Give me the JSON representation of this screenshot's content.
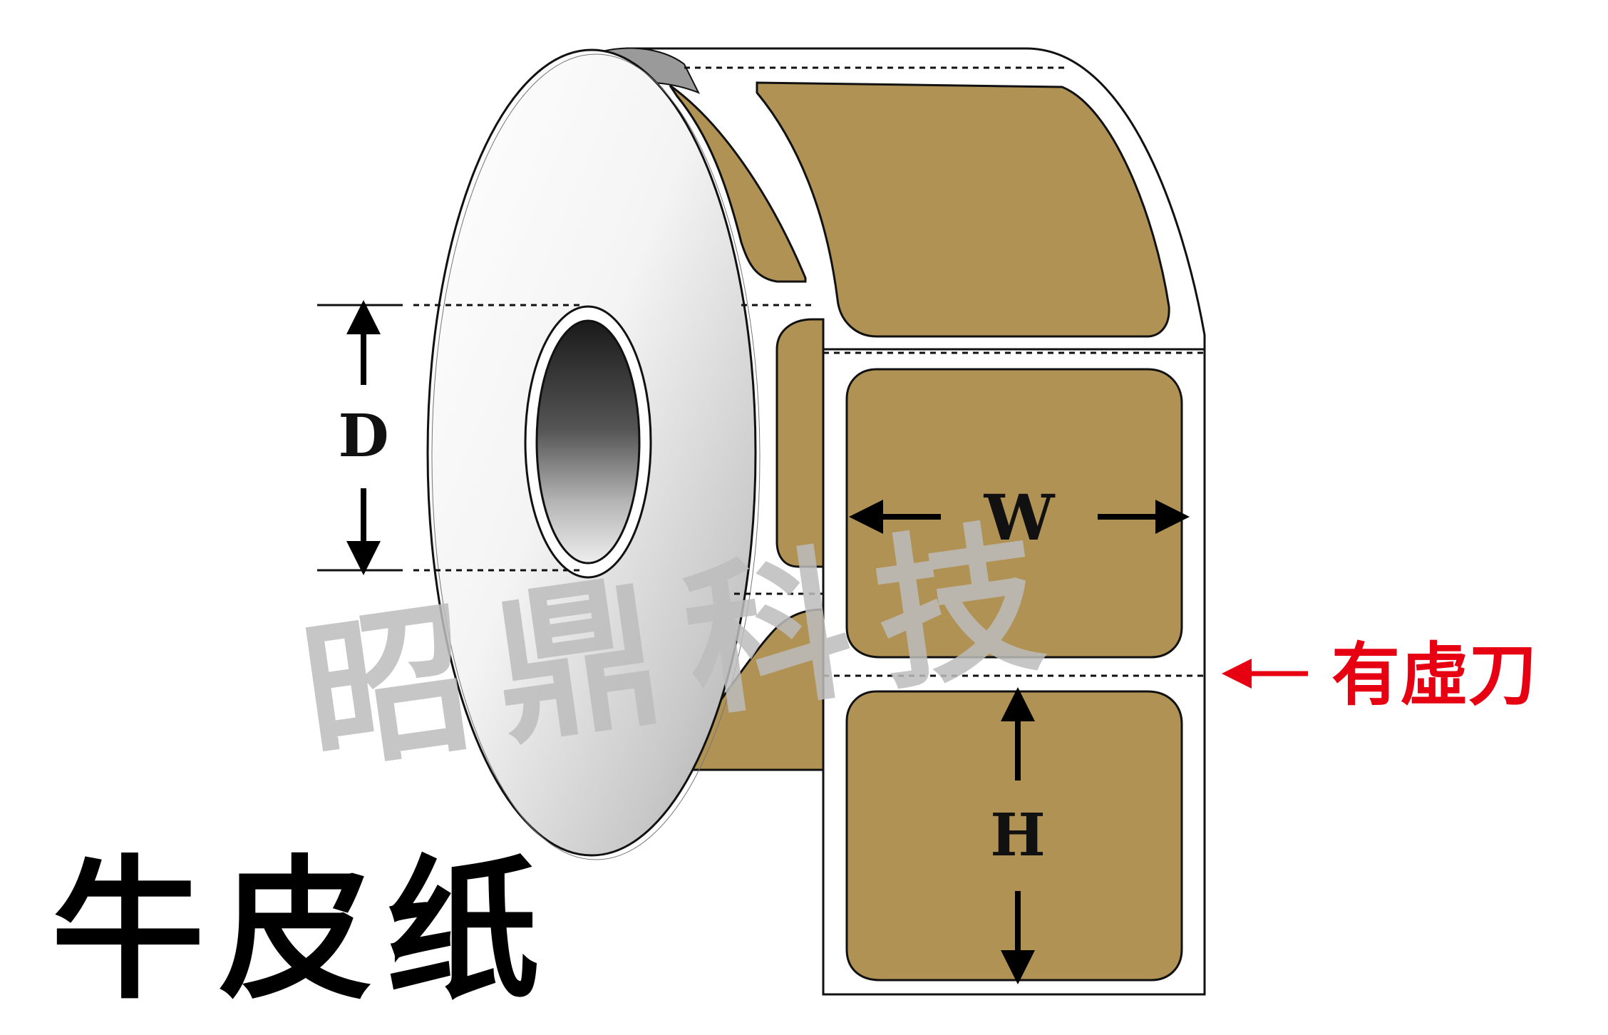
{
  "title": "牛皮纸",
  "die_cut_note": "有虛刀",
  "dimensions": {
    "core_diameter": "D",
    "label_width": "W",
    "label_height": "H"
  },
  "watermark": "昭鼎科技",
  "colors": {
    "kraft": "#B19255",
    "note_red": "#E60012",
    "outline": "#111111",
    "watermark": "#BDBDBD"
  },
  "icons": {
    "roll": "label-roll-icon",
    "arrow": "arrow-icon"
  }
}
